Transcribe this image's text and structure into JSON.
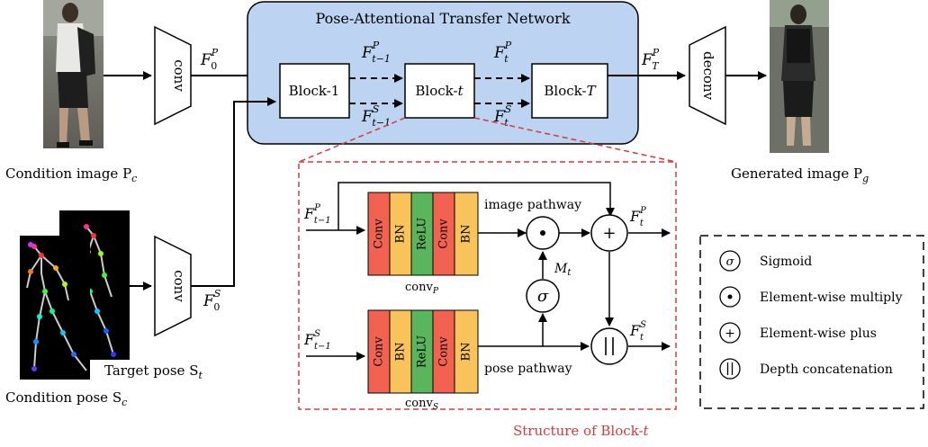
{
  "network": {
    "title": "Pose-Attentional Transfer Network",
    "block1": "Block-1",
    "blockt": "Block-t",
    "blockT": "Block-T"
  },
  "encoders": {
    "image_conv": "conv",
    "pose_conv": "conv",
    "decoder": "deconv"
  },
  "labels": {
    "condition_image": "Condition image P",
    "condition_image_sub": "c",
    "generated_image": "Generated image P",
    "generated_image_sub": "g",
    "target_pose": "Target pose S",
    "target_pose_sub": "t",
    "condition_pose": "Condition pose S",
    "condition_pose_sub": "c"
  },
  "features": {
    "F": "F",
    "P": "P",
    "S": "S",
    "T": "T",
    "zero": "0",
    "t": "t",
    "tm1": "t−1"
  },
  "block_detail": {
    "caption": "Structure of Block-t",
    "image_pathway": "image pathway",
    "pose_pathway": "pose pathway",
    "convP": "conv",
    "convP_sub": "P",
    "convS": "conv",
    "convS_sub": "S",
    "M": "M",
    "M_sub": "t",
    "layers": [
      "Conv",
      "BN",
      "ReLU",
      "Conv",
      "BN"
    ],
    "sigma": "σ",
    "dot": "•",
    "plus": "+",
    "concat": "||"
  },
  "legend": {
    "items": [
      {
        "symbol": "σ",
        "label": "Sigmoid"
      },
      {
        "symbol": "•",
        "label": "Element-wise multiply"
      },
      {
        "symbol": "+",
        "label": "Element-wise plus"
      },
      {
        "symbol": "||",
        "label": "Depth concatenation"
      }
    ]
  },
  "colors": {
    "network_bg": "#bcd3f2",
    "conv": "#f16350",
    "bn": "#f8c35a",
    "relu": "#5ab55c",
    "dashed_red": "#d63a3a"
  }
}
